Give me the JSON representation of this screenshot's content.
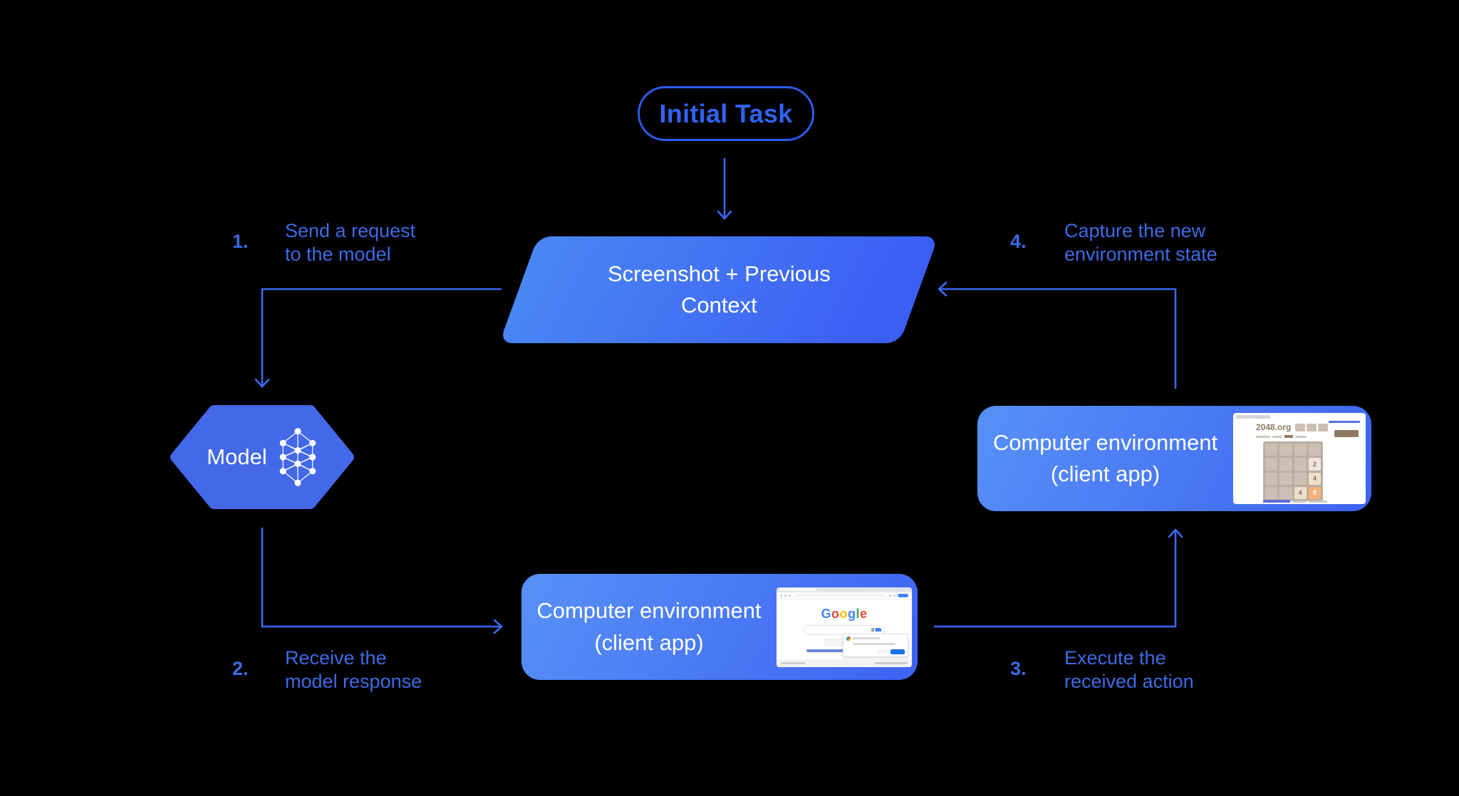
{
  "diagram": {
    "initial_task": "Initial Task",
    "screenshot_node": {
      "line1": "Screenshot + Previous",
      "line2": "Context"
    },
    "model_node": {
      "label": "Model"
    },
    "env_bottom": {
      "line1": "Computer environment",
      "line2": "(client app)"
    },
    "env_right": {
      "line1": "Computer environment",
      "line2": "(client app)"
    },
    "steps": [
      {
        "num": "1.",
        "line1": "Send a request",
        "line2": "to the model"
      },
      {
        "num": "2.",
        "line1": "Receive the",
        "line2": "model response"
      },
      {
        "num": "3.",
        "line1": "Execute the",
        "line2": "received action"
      },
      {
        "num": "4.",
        "line1": "Capture the new",
        "line2": "environment state"
      }
    ]
  },
  "thumbs": {
    "google": {
      "logo": "Google",
      "logo_colors": [
        "#4285F4",
        "#EA4335",
        "#FBBC05",
        "#4285F4",
        "#34A853",
        "#EA4335"
      ]
    },
    "game2048": {
      "title": "2048.org",
      "tiles": [
        "2",
        "4",
        "4",
        "8"
      ]
    }
  },
  "colors": {
    "background": "#000000",
    "connector_blue": "#3b69f0",
    "label_blue": "#3e6ae4",
    "pill_border": "#2e5cf0",
    "node_fill": "#4368e8",
    "box_gradient_start": "#5791f6",
    "box_gradient_end": "#3d63f3",
    "tile8_orange": "#f2b179"
  }
}
